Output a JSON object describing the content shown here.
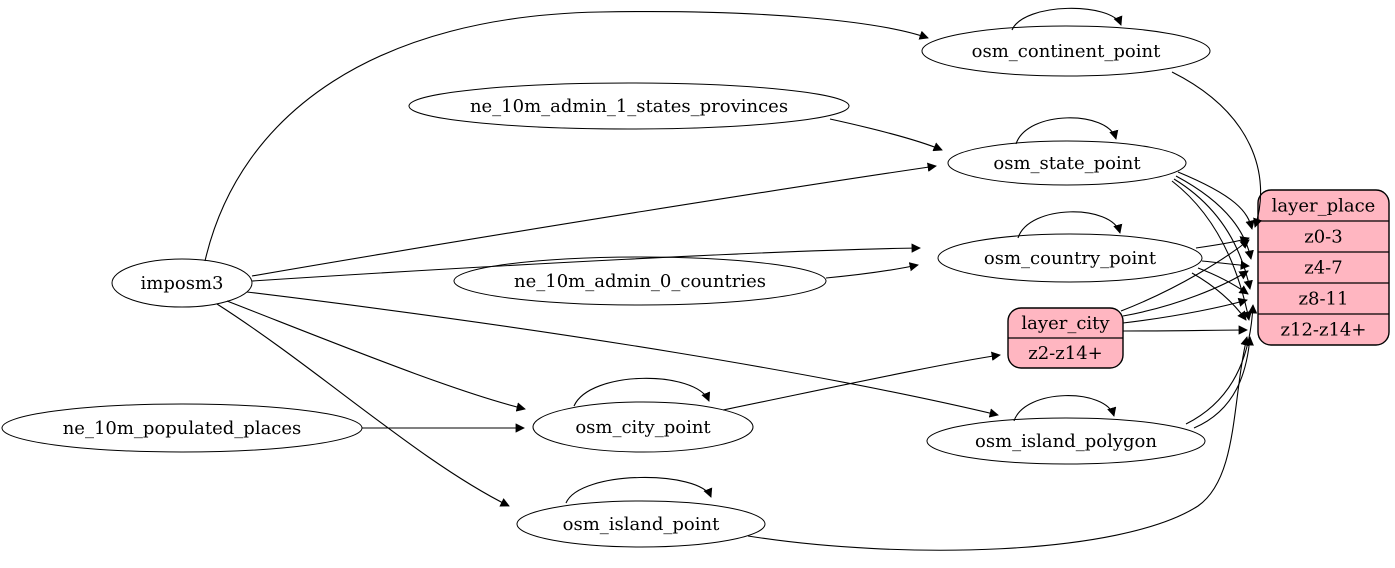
{
  "diagram": {
    "kind": "etl-dependency-graph",
    "colors": {
      "background": "#ffffff",
      "node_fill": "#ffffff",
      "record_fill": "#ffb6c1",
      "stroke": "#000000",
      "text": "#000000"
    },
    "nodes": [
      {
        "id": "imposm3",
        "type": "ellipse",
        "label": "imposm3"
      },
      {
        "id": "ne_10m_admin_1_states_provinces",
        "type": "ellipse",
        "label": "ne_10m_admin_1_states_provinces"
      },
      {
        "id": "ne_10m_admin_0_countries",
        "type": "ellipse",
        "label": "ne_10m_admin_0_countries"
      },
      {
        "id": "ne_10m_populated_places",
        "type": "ellipse",
        "label": "ne_10m_populated_places"
      },
      {
        "id": "osm_continent_point",
        "type": "ellipse",
        "label": "osm_continent_point"
      },
      {
        "id": "osm_state_point",
        "type": "ellipse",
        "label": "osm_state_point"
      },
      {
        "id": "osm_country_point",
        "type": "ellipse",
        "label": "osm_country_point"
      },
      {
        "id": "osm_city_point",
        "type": "ellipse",
        "label": "osm_city_point"
      },
      {
        "id": "osm_island_polygon",
        "type": "ellipse",
        "label": "osm_island_polygon"
      },
      {
        "id": "osm_island_point",
        "type": "ellipse",
        "label": "osm_island_point"
      },
      {
        "id": "layer_city",
        "type": "record",
        "label": "layer_city",
        "rows": [
          "z2-z14+"
        ]
      },
      {
        "id": "layer_place",
        "type": "record",
        "label": "layer_place",
        "rows": [
          "z0-3",
          "z4-7",
          "z8-11",
          "z12-z14+"
        ]
      }
    ],
    "edges": [
      {
        "from": "imposm3",
        "to": "osm_continent_point"
      },
      {
        "from": "imposm3",
        "to": "osm_state_point"
      },
      {
        "from": "imposm3",
        "to": "osm_country_point"
      },
      {
        "from": "imposm3",
        "to": "osm_city_point"
      },
      {
        "from": "imposm3",
        "to": "osm_island_polygon"
      },
      {
        "from": "imposm3",
        "to": "osm_island_point"
      },
      {
        "from": "ne_10m_admin_1_states_provinces",
        "to": "osm_state_point"
      },
      {
        "from": "ne_10m_admin_0_countries",
        "to": "osm_country_point"
      },
      {
        "from": "ne_10m_populated_places",
        "to": "osm_city_point"
      },
      {
        "from": "osm_continent_point",
        "to": "osm_continent_point"
      },
      {
        "from": "osm_state_point",
        "to": "osm_state_point"
      },
      {
        "from": "osm_country_point",
        "to": "osm_country_point"
      },
      {
        "from": "osm_city_point",
        "to": "osm_city_point"
      },
      {
        "from": "osm_island_polygon",
        "to": "osm_island_polygon"
      },
      {
        "from": "osm_island_point",
        "to": "osm_island_point"
      },
      {
        "from": "osm_continent_point",
        "to": "layer_place",
        "port": "z0-3"
      },
      {
        "from": "osm_state_point",
        "to": "layer_place",
        "port": "z0-3"
      },
      {
        "from": "osm_state_point",
        "to": "layer_place",
        "port": "z4-7"
      },
      {
        "from": "osm_state_point",
        "to": "layer_place",
        "port": "z8-11"
      },
      {
        "from": "osm_state_point",
        "to": "layer_place",
        "port": "z12-z14+"
      },
      {
        "from": "osm_country_point",
        "to": "layer_place",
        "port": "z0-3"
      },
      {
        "from": "osm_country_point",
        "to": "layer_place",
        "port": "z4-7"
      },
      {
        "from": "osm_country_point",
        "to": "layer_place",
        "port": "z8-11"
      },
      {
        "from": "osm_country_point",
        "to": "layer_place",
        "port": "z12-z14+"
      },
      {
        "from": "osm_city_point",
        "to": "layer_city",
        "port": "z2-z14+"
      },
      {
        "from": "layer_city",
        "to": "layer_place",
        "port": "z0-3"
      },
      {
        "from": "layer_city",
        "to": "layer_place",
        "port": "z4-7"
      },
      {
        "from": "layer_city",
        "to": "layer_place",
        "port": "z8-11"
      },
      {
        "from": "layer_city",
        "to": "layer_place",
        "port": "z12-z14+"
      },
      {
        "from": "osm_island_polygon",
        "to": "layer_place",
        "port": "z8-11"
      },
      {
        "from": "osm_island_polygon",
        "to": "layer_place",
        "port": "z12-z14+"
      },
      {
        "from": "osm_island_point",
        "to": "layer_place",
        "port": "z12-z14+"
      }
    ]
  }
}
